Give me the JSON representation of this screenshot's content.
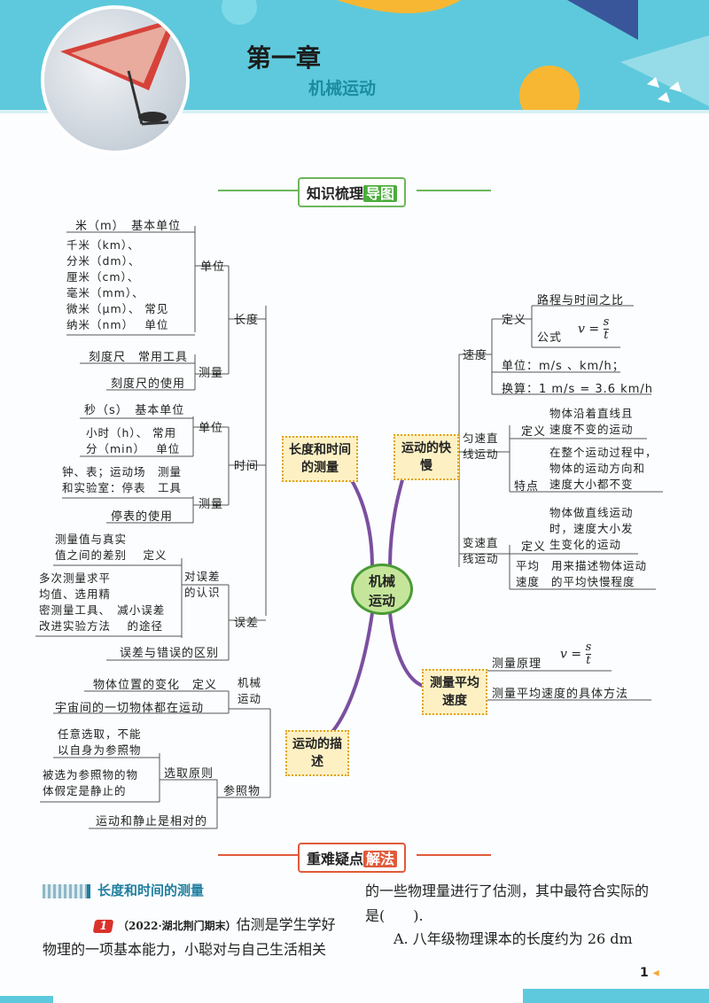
{
  "header": {
    "chapter": "第一章",
    "subtitle": "机械运动"
  },
  "section1": {
    "title_a": "知识梳理",
    "title_b": "导图"
  },
  "section2": {
    "title_a": "重难疑点",
    "title_b": "解法"
  },
  "mindmap": {
    "center": "机械运动",
    "length_time_node": "长度和时间的测量",
    "speed_node": "运动的快慢",
    "measure_speed_node": "测量平均速度",
    "motion_desc_node": "运动的描述",
    "length": {
      "label": "长度",
      "unit_label": "单位",
      "base_unit": "米（m）　基本单位",
      "common_units": "千米（km）、\n分米（dm）、\n厘米（cm）、\n毫米（mm）、\n微米（μm）、 常见\n纳米（nm）　 单位",
      "measure_label": "测量",
      "tool": "刻度尺　常用工具",
      "usage": "刻度尺的使用"
    },
    "time": {
      "label": "时间",
      "unit_label": "单位",
      "base_unit": "秒（s）　基本单位",
      "common_units": "小时（h）、 常用\n分（min）　 单位",
      "measure_label": "测量",
      "tools": "钟、表；运动场　测量\n和实验室：停表　工具",
      "usage": "停表的使用"
    },
    "error": {
      "label": "误差",
      "definition": "测量值与真实\n值之间的差别　 定义",
      "cognition": "对误差\n的认识",
      "reduce": "多次测量求平\n均值、选用精\n密测量工具、　减小误差\n改进实验方法　 的途径",
      "diff": "误差与错误的区别"
    },
    "speed": {
      "label": "速度",
      "def_label": "定义",
      "def_text": "路程与时间之比",
      "formula_label": "公式",
      "v": "v",
      "s": "s",
      "t": "t",
      "unit": "单位：m/s 、km/h；",
      "convert": "换算：1 m/s = 3.6 km/h"
    },
    "uniform": {
      "label": "匀速直\n线运动",
      "def_label": "定义",
      "def_text": "物体沿着直线且\n速度不变的运动",
      "feature_label": "特点",
      "feature_text": "在整个运动过程中，\n物体的运动方向和\n速度大小都不变"
    },
    "variable": {
      "label": "变速直\n线运动",
      "def_label": "定义",
      "def_text": "物体做直线运动\n时，速度大小发\n生变化的运动",
      "avg_label": "平均\n速度",
      "avg_text": "用来描述物体运动\n的平均快慢程度"
    },
    "measure_speed": {
      "principle": "测量原理",
      "method": "测量平均速度的具体方法"
    },
    "motion": {
      "mech_label": "机械\n运动",
      "def_text": "物体位置的变化　定义",
      "universal": "宇宙间的一切物体都在运动",
      "ref_label": "参照物",
      "arbitrary": "任意选取，不能\n以自身为参照物",
      "selection": "选取原则",
      "static": "被选为参照物的物\n体假定是静止的",
      "relative": "运动和静止是相对的"
    }
  },
  "problems": {
    "heading": "长度和时间的测量",
    "q_number": "1",
    "q_source": "（2022·湖北荆门期末）",
    "line1": "估测是学生学好",
    "line2": "物理的一项基本能力，小聪对与自己生活相关",
    "line3": "的一些物理量进行了估测，其中最符合实际的",
    "line4": "是(　　).",
    "optionA": "A. 八年级物理课本的长度约为 26 dm"
  },
  "page_number": "1",
  "colors": {
    "accent": "#5ec9dc",
    "green": "#4aae3a",
    "node_fill": "#fdf1c4",
    "branch": "#7b4fa0"
  }
}
